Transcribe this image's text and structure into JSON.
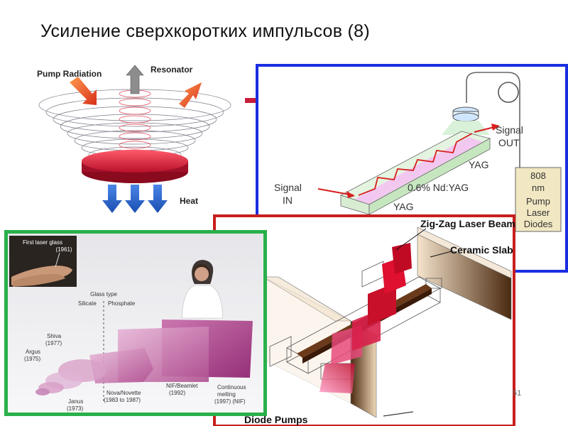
{
  "slide": {
    "title": "Усиление сверхкоротких импульсов (8)",
    "page_number": "51"
  },
  "disk_laser": {
    "pump_label": "Pump Radiation",
    "resonator_label": "Resonator",
    "heat_label": "Heat"
  },
  "zigzag_amplifier": {
    "signal_in": [
      "Signal",
      "IN"
    ],
    "signal_out": [
      "Signal",
      "OUT"
    ],
    "yag_top": "YAG",
    "ndyag": "0.6% Nd:YAG",
    "yag_bottom": "YAG",
    "diode_box": [
      "808",
      "nm",
      "Pump",
      "Laser",
      "Diodes"
    ],
    "border_color": "#1a2ee0"
  },
  "laser_glass": {
    "inset_title": [
      "First laser glass",
      "(1961)"
    ],
    "glass_type": "Glass type",
    "silicate": "Silicate",
    "phosphate": "Phosphate",
    "shiva": [
      "Shiva",
      "(1977)"
    ],
    "argus": [
      "Argus",
      "(1975)"
    ],
    "janus": [
      "Janus",
      "(1973)"
    ],
    "nova": [
      "Nova/Novette",
      "(1983 to 1987)"
    ],
    "nif": [
      "NIF/Beamlet",
      "(1992)"
    ],
    "continuous": [
      "Continuous",
      "melting",
      "(1997) (NIF)"
    ],
    "border_color": "#2ab04a"
  },
  "ceramic_slab": {
    "zigzag_beam": "Zig-Zag Laser Beam",
    "ceramic_slab": "Ceramic Slab",
    "diode_pumps": "Diode Pumps",
    "border_color": "#c81e1e"
  }
}
